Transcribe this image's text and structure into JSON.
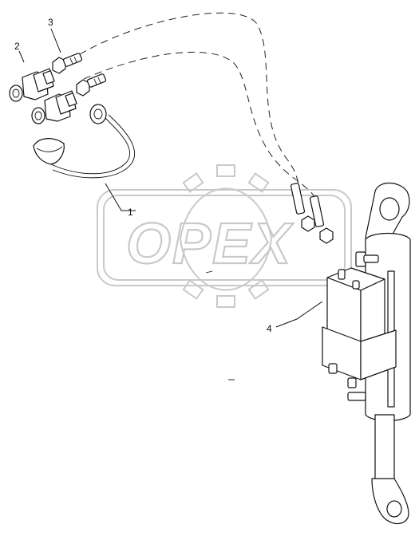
{
  "watermark": {
    "text": "OPEX",
    "color": "#c9c9c9"
  },
  "callouts": [
    {
      "id": "1",
      "label": "1"
    },
    {
      "id": "2",
      "label": "2"
    },
    {
      "id": "3",
      "label": "3"
    },
    {
      "id": "4",
      "label": "4"
    }
  ],
  "colors": {
    "line": "#111111",
    "background": "#ffffff"
  }
}
